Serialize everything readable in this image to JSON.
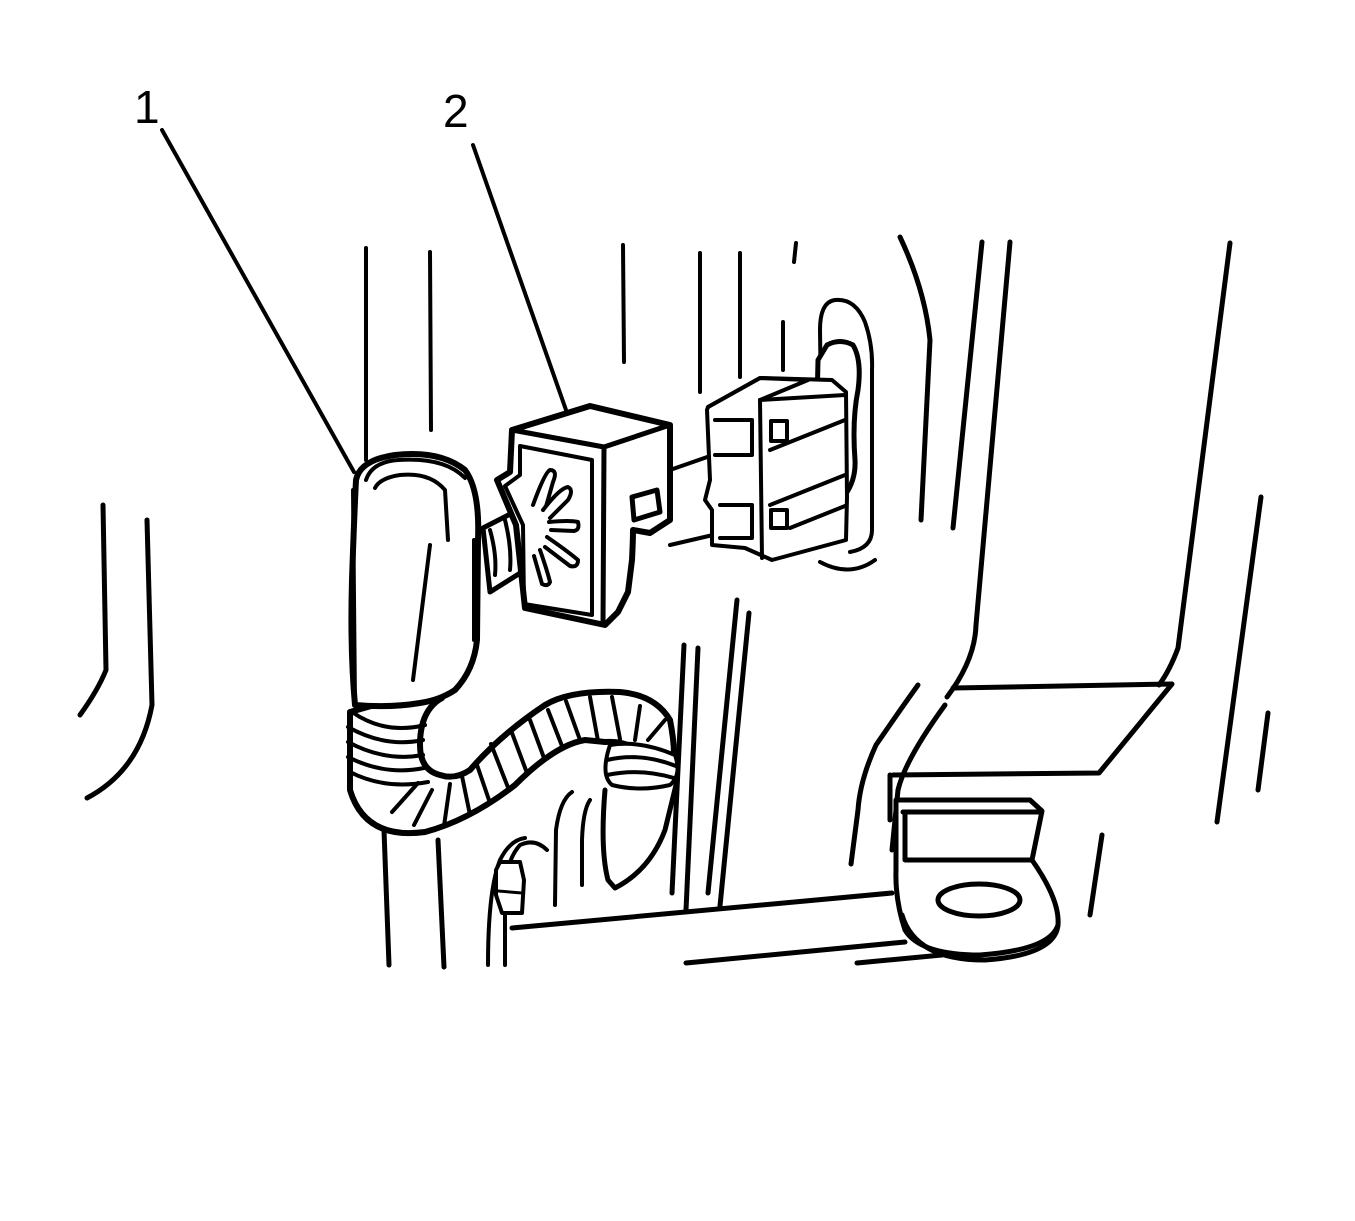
{
  "figure": {
    "type": "technical line illustration",
    "subject": "wiring harness grommet and electrical connector through body panel",
    "background_color": "#ffffff",
    "line_color": "#000000"
  },
  "callouts": [
    {
      "id": "1",
      "label": "1",
      "points_to": "harness grommet"
    },
    {
      "id": "2",
      "label": "2",
      "points_to": "electrical connector"
    }
  ]
}
